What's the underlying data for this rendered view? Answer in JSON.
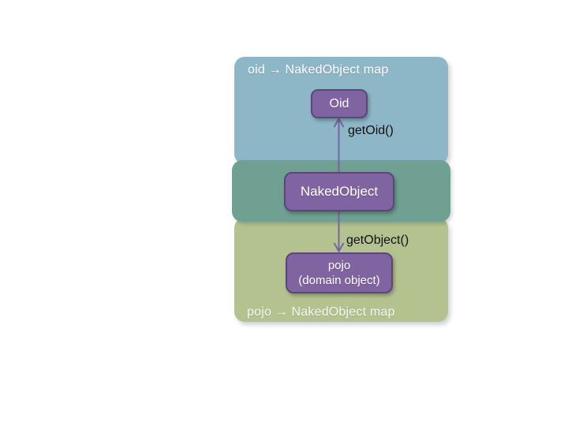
{
  "diagram": {
    "top_region_label": "oid → NakedObject map",
    "bottom_region_label": "pojo → NakedObject map",
    "nodes": {
      "oid": "Oid",
      "nakedobject": "NakedObject",
      "pojo_line1": "pojo",
      "pojo_line2": "(domain object)"
    },
    "edges": {
      "get_oid": "getOid()",
      "get_object": "getObject()"
    }
  },
  "colors": {
    "oid_map_region": "#8DB6C6",
    "overlap_band": "#6FA092",
    "pojo_map_region": "#B4C290",
    "node_fill": "#8064A2",
    "node_border": "#5A4778",
    "arrow": "#7566A0",
    "edge_label_text": "#111111",
    "region_label_text": "#FFFFFF"
  }
}
